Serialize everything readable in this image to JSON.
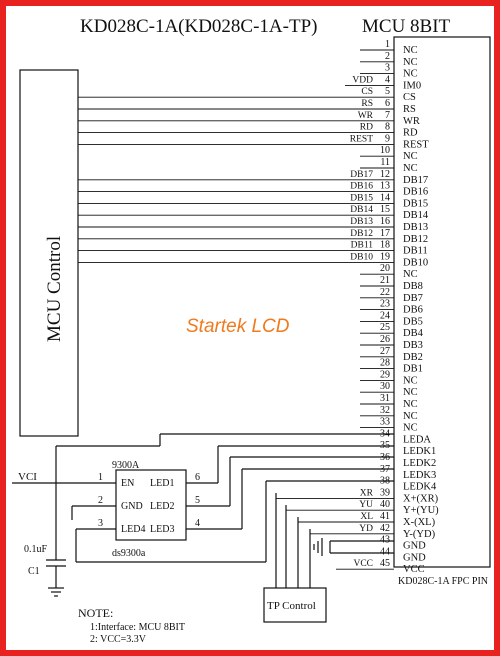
{
  "diagram": {
    "title": "KD028C-1A(KD028C-1A-TP)",
    "subtitle": "MCU 8BIT",
    "mcu_label": "MCU Control",
    "watermark": "Startek LCD",
    "fpc_label": "KD028C-1A FPC PIN",
    "ic": {
      "part": "9300A",
      "name": "ds9300a",
      "pins_left": [
        {
          "num": "1",
          "label": "EN"
        },
        {
          "num": "2",
          "label": "GND"
        },
        {
          "num": "3",
          "label": "LED4"
        }
      ],
      "pins_right": [
        {
          "num": "6",
          "label": "LED1"
        },
        {
          "num": "5",
          "label": "LED2"
        },
        {
          "num": "4",
          "label": "LED3"
        }
      ]
    },
    "vci_label": "VCI",
    "cap_value": "0.1uF",
    "cap_name": "C1",
    "tp_label": "TP Control",
    "note_title": "NOTE:",
    "note_lines": [
      "1:Interface: MCU 8BIT",
      "2: VCC=3.3V"
    ],
    "pins": [
      {
        "num": "1",
        "name": "NC",
        "signal": ""
      },
      {
        "num": "2",
        "name": "NC",
        "signal": ""
      },
      {
        "num": "3",
        "name": "NC",
        "signal": ""
      },
      {
        "num": "4",
        "name": "IM0",
        "signal": "VDD"
      },
      {
        "num": "5",
        "name": "CS",
        "signal": "CS"
      },
      {
        "num": "6",
        "name": "RS",
        "signal": "RS"
      },
      {
        "num": "7",
        "name": "WR",
        "signal": "WR"
      },
      {
        "num": "8",
        "name": "RD",
        "signal": "RD"
      },
      {
        "num": "9",
        "name": "REST",
        "signal": "REST"
      },
      {
        "num": "10",
        "name": "NC",
        "signal": ""
      },
      {
        "num": "11",
        "name": "NC",
        "signal": ""
      },
      {
        "num": "12",
        "name": "DB17",
        "signal": "DB17"
      },
      {
        "num": "13",
        "name": "DB16",
        "signal": "DB16"
      },
      {
        "num": "14",
        "name": "DB15",
        "signal": "DB15"
      },
      {
        "num": "15",
        "name": "DB14",
        "signal": "DB14"
      },
      {
        "num": "16",
        "name": "DB13",
        "signal": "DB13"
      },
      {
        "num": "17",
        "name": "DB12",
        "signal": "DB12"
      },
      {
        "num": "18",
        "name": "DB11",
        "signal": "DB11"
      },
      {
        "num": "19",
        "name": "DB10",
        "signal": "DB10"
      },
      {
        "num": "20",
        "name": "NC",
        "signal": ""
      },
      {
        "num": "21",
        "name": "DB8",
        "signal": ""
      },
      {
        "num": "22",
        "name": "DB7",
        "signal": ""
      },
      {
        "num": "23",
        "name": "DB6",
        "signal": ""
      },
      {
        "num": "24",
        "name": "DB5",
        "signal": ""
      },
      {
        "num": "25",
        "name": "DB4",
        "signal": ""
      },
      {
        "num": "26",
        "name": "DB3",
        "signal": ""
      },
      {
        "num": "27",
        "name": "DB2",
        "signal": ""
      },
      {
        "num": "28",
        "name": "DB1",
        "signal": ""
      },
      {
        "num": "29",
        "name": "NC",
        "signal": ""
      },
      {
        "num": "30",
        "name": "NC",
        "signal": ""
      },
      {
        "num": "31",
        "name": "NC",
        "signal": ""
      },
      {
        "num": "32",
        "name": "NC",
        "signal": ""
      },
      {
        "num": "33",
        "name": "NC",
        "signal": ""
      },
      {
        "num": "34",
        "name": "LEDA",
        "signal": ""
      },
      {
        "num": "35",
        "name": "LEDK1",
        "signal": ""
      },
      {
        "num": "36",
        "name": "LEDK2",
        "signal": ""
      },
      {
        "num": "37",
        "name": "LEDK3",
        "signal": ""
      },
      {
        "num": "38",
        "name": "LEDK4",
        "signal": ""
      },
      {
        "num": "39",
        "name": "X+(XR)",
        "signal": "XR"
      },
      {
        "num": "40",
        "name": "Y+(YU)",
        "signal": "YU"
      },
      {
        "num": "41",
        "name": "X-(XL)",
        "signal": "XL"
      },
      {
        "num": "42",
        "name": "Y-(YD)",
        "signal": "YD"
      },
      {
        "num": "43",
        "name": "GND",
        "signal": ""
      },
      {
        "num": "44",
        "name": "GND",
        "signal": ""
      },
      {
        "num": "45",
        "name": "VCC",
        "signal": "VCC"
      }
    ],
    "colors": {
      "border": "#e8231f",
      "line": "#111111",
      "watermark": "#f07a1e"
    }
  }
}
